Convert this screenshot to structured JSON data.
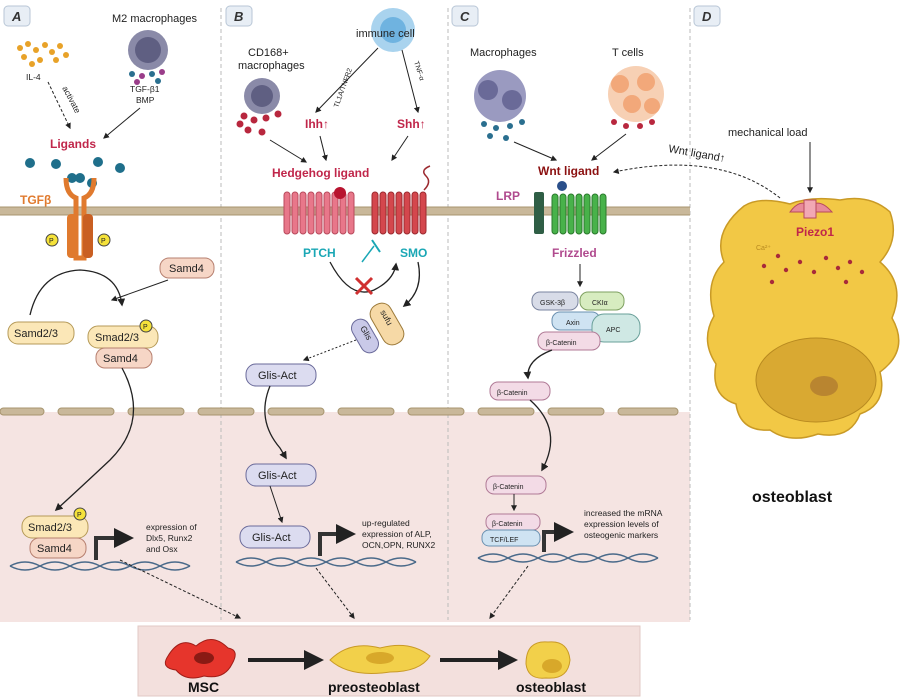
{
  "panels": {
    "a": "A",
    "b": "B",
    "c": "C",
    "d": "D"
  },
  "panel_a": {
    "il4": "IL-4",
    "m2": "M2 macrophages",
    "activate": "activate",
    "tgf": "TGF-β1",
    "bmp": "BMP",
    "ligands": "Ligands",
    "tgfb": "TGFβ",
    "samd4": "Samd4",
    "samd23": "Samd2/3",
    "smad23": "Smad2/3",
    "p": "P",
    "expr1": "expression of",
    "expr2": "Dlx5, Runx2",
    "expr3": "and Osx"
  },
  "panel_b": {
    "cd168_1": "CD168+",
    "cd168_2": "macrophages",
    "immune": "immune cell",
    "tl1a": "TL1A/TNFR2",
    "tnf": "TNF-α",
    "ihh": "Ihh↑",
    "shh": "Shh↑",
    "hedgehog": "Hedgehog ligand",
    "ptch": "PTCH",
    "smo": "SMO",
    "sufu": "sufu",
    "glis": "Glis",
    "glis_act": "Glis-Act",
    "expr1": "up-regulated",
    "expr2": "expression of ALP,",
    "expr3": "OCN,OPN, RUNX2"
  },
  "panel_c": {
    "macrophages": "Macrophages",
    "tcells": "T cells",
    "wnt": "Wnt ligand",
    "lrp": "LRP",
    "frizzled": "Frizzled",
    "gsk": "GSK-3β",
    "cki": "CKIα",
    "axin": "Axin",
    "apc": "APC",
    "bcat": "β-Catenin",
    "tcf": "TCF/LEF",
    "expr1": "increased the mRNA",
    "expr2": "expression levels of",
    "expr3": "osteogenic markers"
  },
  "panel_d": {
    "mech": "mechanical load",
    "wnt": "Wnt ligand↑",
    "piezo": "Piezo1",
    "ca": "Ca²⁺",
    "osteoblast": "osteoblast"
  },
  "bottom": {
    "msc": "MSC",
    "pre": "preosteoblast",
    "ost": "osteoblast"
  },
  "colors": {
    "membrane": "#c9b89a",
    "nucleus_bg": "#f5e4e2",
    "bottom_bg": "#f3e0dd",
    "osteoblast_cell": "#f2c845"
  }
}
